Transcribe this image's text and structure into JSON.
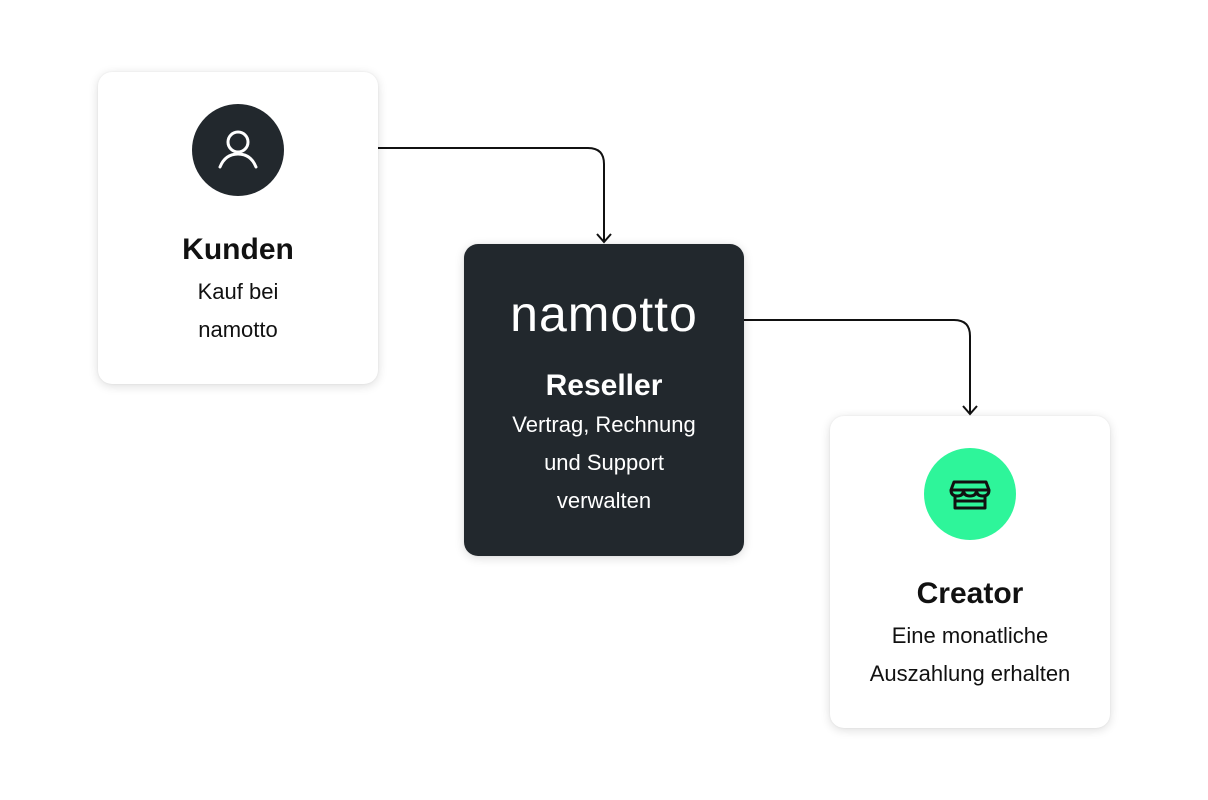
{
  "diagram": {
    "kunden": {
      "icon": "user-icon",
      "title": "Kunden",
      "line1": "Kauf bei",
      "line2": "namotto"
    },
    "reseller": {
      "logo": "namotto",
      "title": "Reseller",
      "line1": "Vertrag, Rechnung",
      "line2": "und Support",
      "line3": "verwalten"
    },
    "creator": {
      "icon": "storefront-icon",
      "title": "Creator",
      "line1": "Eine monatliche",
      "line2": "Auszahlung erhalten"
    }
  },
  "colors": {
    "dark": "#22282d",
    "accent": "#2ef59a",
    "card_bg": "#ffffff",
    "text": "#111111",
    "connector": "#111111"
  }
}
